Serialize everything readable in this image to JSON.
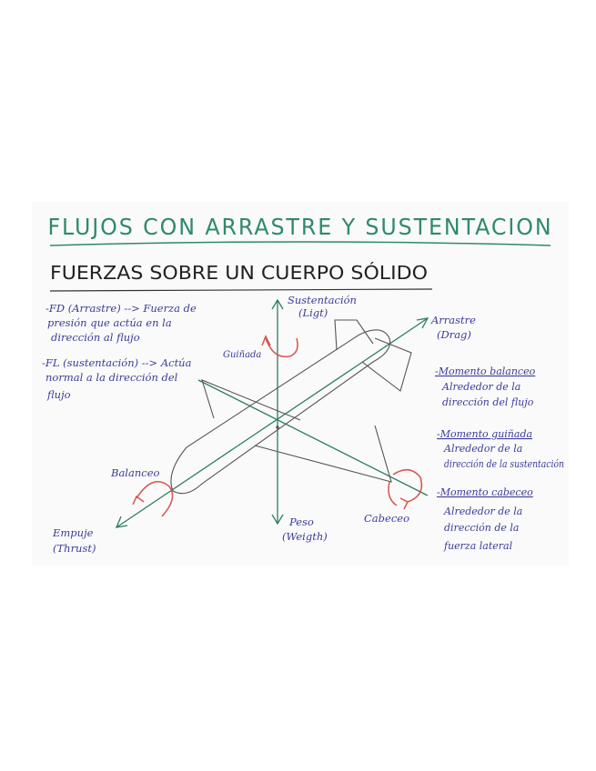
{
  "title": "FLUJOS CON ARRASTRE Y SUSTENTACION",
  "subtitle": "FUERZAS SOBRE UN CUERPO SÓLIDO",
  "definitions": {
    "drag": [
      "-FD (Arrastre) --> Fuerza de",
      "presión que actúa en la",
      "dirección al flujo"
    ],
    "lift": [
      "-FL (sustentación) --> Actúa",
      "normal a la dirección del",
      "flujo"
    ]
  },
  "axes": {
    "lift": [
      "Sustentación",
      "(Ligt)"
    ],
    "drag": [
      "Arrastre",
      "(Drag)"
    ],
    "weight": [
      "Peso",
      "(Weigth)"
    ],
    "thrust": [
      "Empuje",
      "(Thrust)"
    ]
  },
  "rotations": {
    "yaw": "Guiñada",
    "roll": "Balanceo",
    "pitch": "Cabeceo"
  },
  "moments": [
    {
      "title": "-Momento balanceo",
      "lines": [
        "Alrededor de la",
        "dirección del flujo"
      ]
    },
    {
      "title": "-Momento guiñada",
      "lines": [
        "Alrededor de la",
        "dirección de la sustentación"
      ]
    },
    {
      "title": "-Momento cabeceo",
      "lines": [
        "Alrededor de la",
        "dirección de la",
        "fuerza lateral"
      ]
    }
  ],
  "colors": {
    "title_green": "#2f8a6a",
    "ink_blue": "#3b3b9c",
    "axis_green": "#2e7d60",
    "rotation_red": "#d9534f",
    "sketch_gray": "#555555"
  }
}
